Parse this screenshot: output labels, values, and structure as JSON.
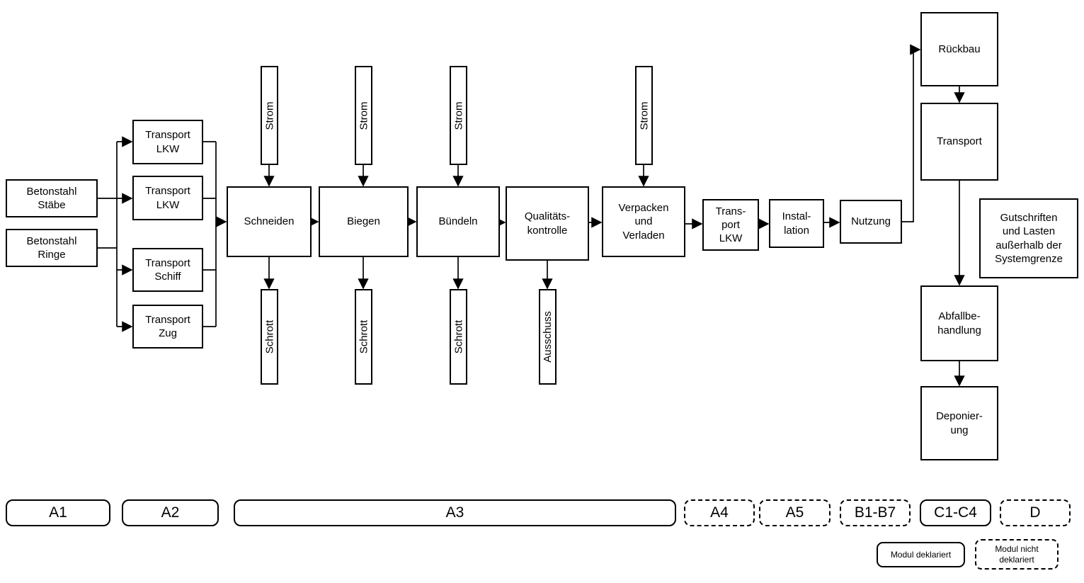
{
  "nodes": {
    "betonstahl_staebe": "Betonstahl\nStäbe",
    "betonstahl_ringe": "Betonstahl\nRinge",
    "transport_lkw": "Transport\nLKW",
    "transport_schiff": "Transport\nSchiff",
    "transport_zug": "Transport\nZug",
    "schneiden": "Schneiden",
    "biegen": "Biegen",
    "buendeln": "Bündeln",
    "qualitaetskontrolle": "Qualitäts-\nkontrolle",
    "verpacken_verladen": "Verpacken\nund\nVerladen",
    "transport_lkw_a4": "Trans-\nport\nLKW",
    "installation": "Instal-\nlation",
    "nutzung": "Nutzung",
    "rueckbau": "Rückbau",
    "transport_eol": "Transport",
    "abfallbehandlung": "Abfallbe-\nhandlung",
    "deponierung": "Deponier-\nung",
    "gutschriften": "Gutschriften\nund Lasten\naußerhalb der\nSystemgrenze"
  },
  "flows": {
    "strom": "Strom",
    "schrott": "Schrott",
    "ausschuss": "Ausschuss"
  },
  "modules": [
    {
      "label": "A1",
      "declared": true
    },
    {
      "label": "A2",
      "declared": true
    },
    {
      "label": "A3",
      "declared": true
    },
    {
      "label": "A4",
      "declared": false
    },
    {
      "label": "A5",
      "declared": false
    },
    {
      "label": "B1-B7",
      "declared": false
    },
    {
      "label": "C1-C4",
      "declared": true
    },
    {
      "label": "D",
      "declared": false
    }
  ],
  "legend": {
    "declared": "Modul deklariert",
    "not_declared": "Modul nicht\ndeklariert"
  },
  "colors": {
    "line": "#000000",
    "background": "#ffffff"
  }
}
